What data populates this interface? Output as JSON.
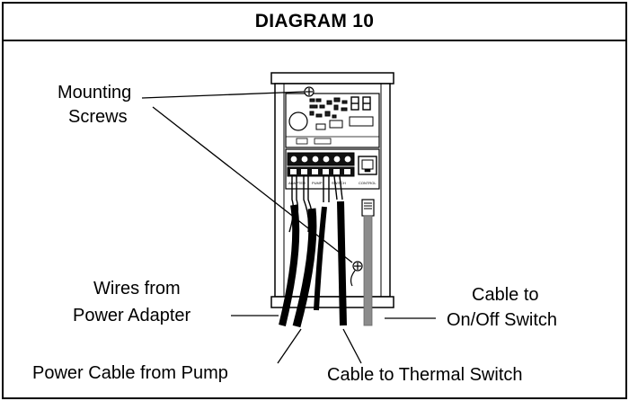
{
  "title": "DIAGRAM 10",
  "labels": {
    "mounting_line1": "Mounting",
    "mounting_line2": "Screws",
    "wires_line1": "Wires from",
    "wires_line2": "Power Adapter",
    "cable_switch_line1": "Cable to",
    "cable_switch_line2": "On/Off Switch",
    "power_cable_pump": "Power Cable from Pump",
    "cable_thermal": "Cable to Thermal Switch"
  },
  "board": {
    "terminal_labels": [
      "ADAPTER",
      "PUMP",
      "SWITCH",
      "CONTROL"
    ]
  },
  "colors": {
    "line": "#000000",
    "background": "#ffffff",
    "gray_cable": "#8c8c8c"
  }
}
